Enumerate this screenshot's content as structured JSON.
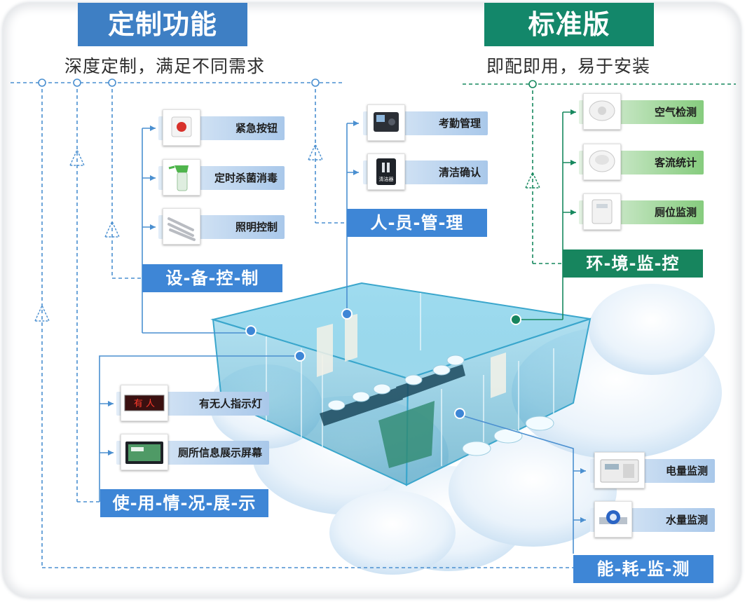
{
  "header": {
    "left_title": "定制功能",
    "left_subtitle": "深度定制，满足不同需求",
    "right_title": "标准版",
    "right_subtitle": "即配即用，易于安装"
  },
  "categories": {
    "device_control": "设-备-控-制",
    "personnel": "人-员-管-理",
    "environment": "环-境-监-控",
    "usage_display": "使-用-情-况-展-示",
    "energy": "能-耗-监-测"
  },
  "items": {
    "emergency_button": "紧急按钮",
    "timed_disinfection": "定时杀菌消毒",
    "lighting_control": "照明控制",
    "attendance": "考勤管理",
    "cleaning_confirm": "清洁确认",
    "air_detection": "空气检测",
    "visitor_stats": "客流统计",
    "stall_monitor": "厕位监测",
    "occupancy_light": "有无人指示灯",
    "info_screen": "厕所信息展示屏幕",
    "power_monitor": "电量监测",
    "water_monitor": "水量监测"
  },
  "screen_texts": {
    "occupancy_sign": "有 人",
    "cleaning_device_label": "清洁器"
  },
  "colors": {
    "blue_title": "#3e7fc4",
    "green_title": "#13876a",
    "blue_category": "#3e86d6",
    "green_category": "#17855e",
    "blue_line": "#4a8fd0",
    "green_line": "#16885e"
  }
}
